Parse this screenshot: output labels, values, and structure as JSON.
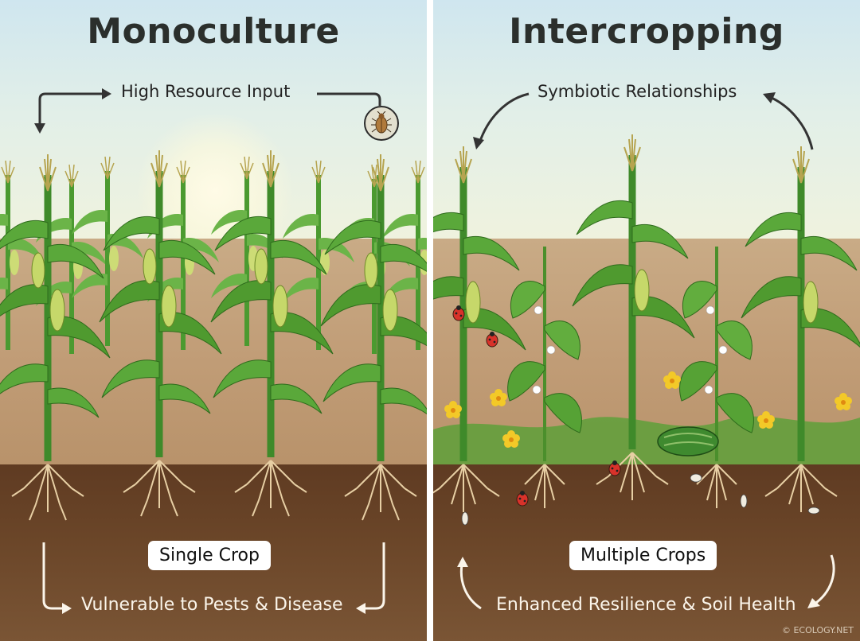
{
  "left_panel": {
    "title": "Monoculture",
    "subtitle": "High Resource Input",
    "tag": "Single Crop",
    "bottom_text": "Vulnerable to Pests & Disease",
    "icons": [
      "beetle-icon"
    ],
    "plants": [
      "corn",
      "corn",
      "corn",
      "corn"
    ]
  },
  "right_panel": {
    "title": "Intercropping",
    "subtitle": "Symbiotic Relationships",
    "tag": "Multiple Crops",
    "bottom_text": "Enhanced Resilience & Soil Health",
    "plants": [
      "corn",
      "bean",
      "corn",
      "bean",
      "corn"
    ],
    "companions": [
      "squash",
      "squash-flowers",
      "ladybugs",
      "beneficial-insects"
    ],
    "copyright": "© ECOLOGY.NET"
  },
  "colors": {
    "sky_top": "#cfe6ef",
    "field": "#c9ab86",
    "soil": "#6a4528",
    "leaf": "#4f9a2f",
    "flower": "#f3c928",
    "text_dark": "#2b2f2c",
    "text_light": "#fbf5ea"
  }
}
